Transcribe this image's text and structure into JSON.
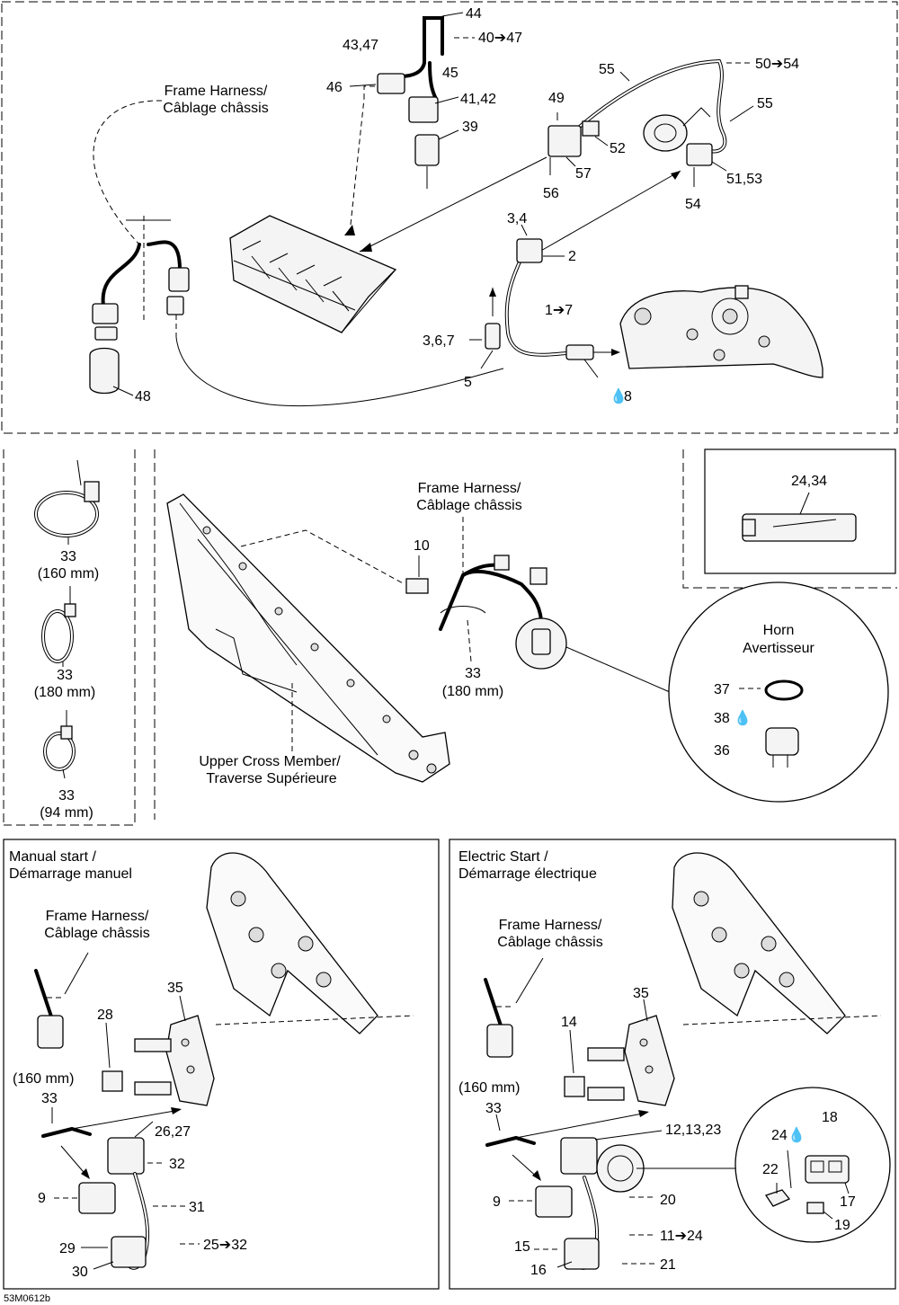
{
  "document_id": "53M0612b",
  "sections": {
    "top": {
      "frame_harness_label_en": "Frame Harness/",
      "frame_harness_label_fr": "Câblage châssis",
      "callouts": {
        "c44": "44",
        "c40_47": "40➔47",
        "c43_47": "43,47",
        "c45": "45",
        "c46": "46",
        "c41_42": "41,42",
        "c39": "39",
        "c55a": "55",
        "c50_54": "50➔54",
        "c55b": "55",
        "c49": "49",
        "c52": "52",
        "c57": "57",
        "c56": "56",
        "c51_53": "51,53",
        "c54": "54",
        "c3_4": "3,4",
        "c2": "2",
        "c1_7": "1➔7",
        "c3_6_7": "3,6,7",
        "c5": "5",
        "c8": "8",
        "c48": "48"
      }
    },
    "middle_left": {
      "items": [
        {
          "part": "33",
          "size": "(160 mm)"
        },
        {
          "part": "33",
          "size": "(180 mm)"
        },
        {
          "part": "33",
          "size": "(94 mm)"
        }
      ]
    },
    "middle_center": {
      "frame_harness_label_en": "Frame Harness/",
      "frame_harness_label_fr": "Câblage châssis",
      "c10": "10",
      "c33": "33",
      "c33_size": "(180 mm)",
      "member_label_en": "Upper Cross Member/",
      "member_label_fr": "Traverse Supérieure"
    },
    "middle_right": {
      "c24_34": "24,34",
      "horn_title_en": "Horn",
      "horn_title_fr": "Avertisseur",
      "c37": "37",
      "c38": "38",
      "c36": "36"
    },
    "bottom_left": {
      "title_en": "Manual start /",
      "title_fr": "Démarrage manuel",
      "frame_harness_label_en": "Frame Harness/",
      "frame_harness_label_fr": "Câblage châssis",
      "c35": "35",
      "c28": "28",
      "size": "(160 mm)",
      "c33": "33",
      "c26_27": "26,27",
      "c32": "32",
      "c9": "9",
      "c31": "31",
      "c29": "29",
      "c25_32": "25➔32",
      "c30": "30"
    },
    "bottom_right": {
      "title_en": "Electric Start /",
      "title_fr": "Démarrage électrique",
      "frame_harness_label_en": "Frame Harness/",
      "frame_harness_label_fr": "Câblage châssis",
      "c35": "35",
      "c14": "14",
      "size": "(160 mm)",
      "c33": "33",
      "c12_13_23": "12,13,23",
      "c18": "18",
      "c24": "24",
      "c22": "22",
      "c9": "9",
      "c20": "20",
      "c17": "17",
      "c11_24": "11➔24",
      "c19": "19",
      "c15": "15",
      "c16": "16",
      "c21": "21"
    }
  }
}
